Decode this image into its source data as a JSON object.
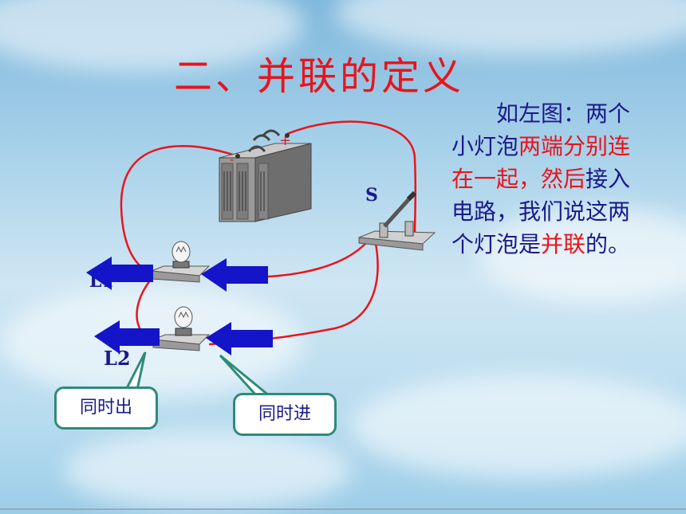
{
  "slide": {
    "title": "二、并联的定义",
    "paragraph": [
      {
        "text": "　　如左图：两个小灯泡",
        "color": "blue"
      },
      {
        "text": "两端分别连在一起，然后",
        "color": "red"
      },
      {
        "text": "接入电路，我们说这两个灯泡是",
        "color": "blue"
      },
      {
        "text": "并联",
        "color": "red"
      },
      {
        "text": "的。",
        "color": "blue"
      }
    ]
  },
  "circuit": {
    "switch_label": "S",
    "lamp1_label": "L1",
    "lamp2_label": "L2",
    "battery_plus": "+",
    "battery_minus": "-",
    "callout_out": "同时出",
    "callout_in": "同时进"
  },
  "colors": {
    "title": "#e8141c",
    "text_blue": "#1a1a8c",
    "wire": "#e8141c",
    "arrow": "#1414c8",
    "callout_border": "#2e8b78"
  }
}
